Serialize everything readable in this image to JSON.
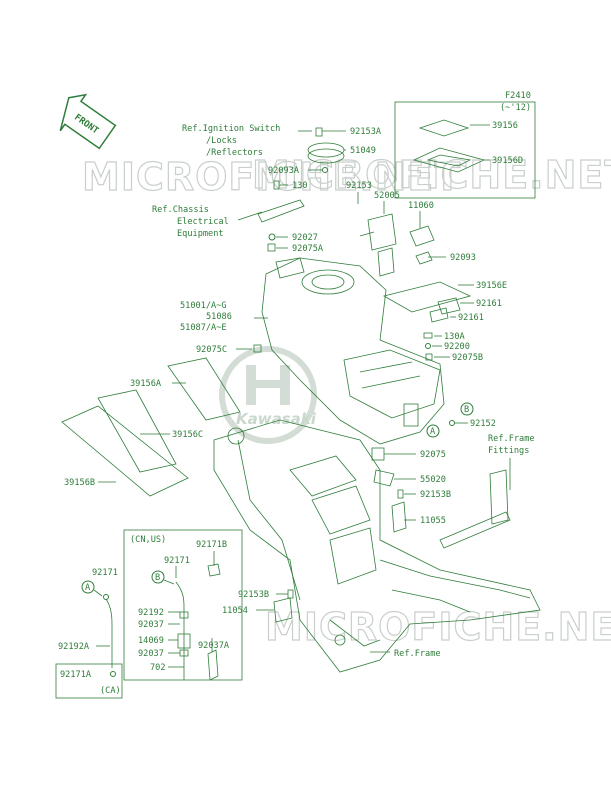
{
  "figure_code": "F2410",
  "inset_note": "(~'12)",
  "front_arrow": "FRONT",
  "watermark": "MICROFICHE.NET",
  "logo_text": "Kawasaki",
  "callouts": {
    "ref_ignition": [
      "Ref.Ignition Switch",
      "/Locks",
      "/Reflectors"
    ],
    "ref_chassis": [
      "Ref.Chassis",
      "Electrical",
      "Equipment"
    ],
    "ref_frame_fittings": [
      "Ref.Frame",
      "Fittings"
    ],
    "ref_frame": "Ref.Frame"
  },
  "sub_box_left": {
    "title": "(CN,US)"
  },
  "sub_box_ca": {
    "title": "(CA)"
  },
  "circle_letters": [
    "A",
    "B"
  ],
  "parts": {
    "p92153A": "92153A",
    "p51049": "51049",
    "p92093A": "92093A",
    "p130": "130",
    "p92153": "92153",
    "p52005": "52005",
    "p11060": "11060",
    "p92027": "92027",
    "p92075A": "92075A",
    "p92093": "92093",
    "p39156": "39156",
    "p39156D": "39156D",
    "p39156E": "39156E",
    "p51001": "51001/A~G",
    "p51086": "51086",
    "p51087": "51087/A~E",
    "p92161a": "92161",
    "p92161b": "92161",
    "p130A": "130A",
    "p92200": "92200",
    "p92075B": "92075B",
    "p92075C": "92075C",
    "p39156A": "39156A",
    "p39156C": "39156C",
    "p39156B": "39156B",
    "p92152": "92152",
    "p92075": "92075",
    "p55020": "55020",
    "p92153B": "92153B",
    "p11055": "11055",
    "p92171a": "92171",
    "p92171b": "92171",
    "p92171B": "92171B",
    "p92192A": "92192A",
    "p92192": "92192",
    "p92037a": "92037",
    "p14069": "14069",
    "p92037b": "92037",
    "p702": "702",
    "p92037A": "92037A",
    "p11054": "11054",
    "p92153Bb": "92153B",
    "p92171A": "92171A"
  },
  "colors": {
    "line": "#2f7d3a",
    "watermark": "#c9cfcb"
  }
}
